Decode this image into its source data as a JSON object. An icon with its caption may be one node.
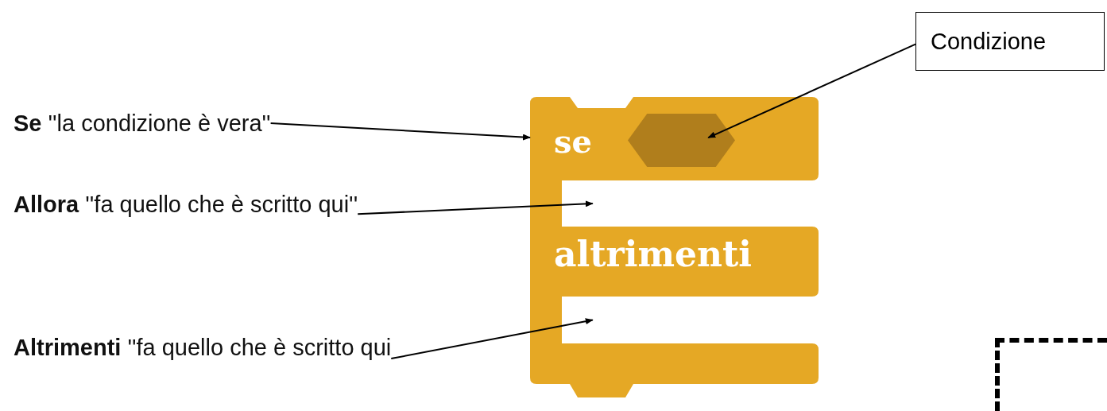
{
  "diagram": {
    "nodes": [
      {
        "text": [
          "**Se** ''la condizione è vera''"
        ]
      },
      {
        "text": [
          "**Allora** ''fa quello che è scritto qui''"
        ]
      },
      {
        "text": [
          "**Altrimenti** ''fa quello che è scritto qui"
        ]
      },
      {
        "text": [
          "Condizione"
        ]
      },
      {
        "text": [
          "se",
          "altrimenti"
        ]
      },
      {
        "text": [],
        "shape": "hexagon",
        "in": 4
      },
      {
        "text": [],
        "shape": "box",
        "in": 4
      },
      {
        "text": [],
        "shape": "box",
        "in": 4
      },
      {
        "text": [],
        "shape": "box"
      }
    ],
    "edges": [
      {
        "from": 0,
        "to": 4,
        "arrow": "to"
      },
      {
        "from": 3,
        "to": 5,
        "arrow": "to"
      },
      {
        "from": 1,
        "to": 6,
        "arrow": "to"
      },
      {
        "from": 2,
        "to": 7,
        "arrow": "to"
      }
    ]
  }
}
